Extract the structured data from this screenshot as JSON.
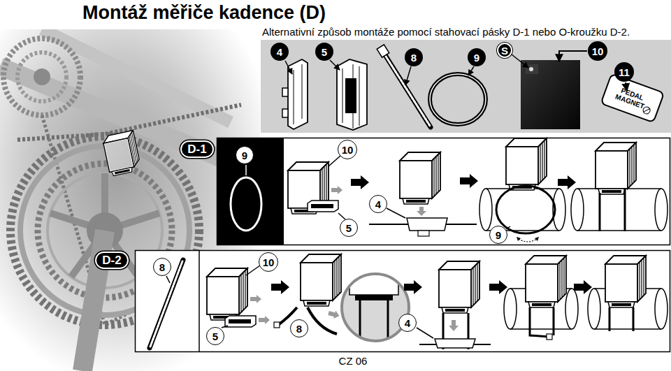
{
  "diagram": {
    "title": "Montáž měřiče kadence (D)",
    "caption": "CZ 06",
    "nodes": [
      {
        "text": [
          "D-1"
        ]
      },
      {
        "text": [
          "D-2"
        ]
      }
    ],
    "labels": [
      "Alternativní způsob montáže pomocí stahovací pásky D-1 nebo O-kroužku D-2.",
      "4",
      "5",
      "8",
      "9",
      "S",
      "10",
      "11",
      "PEDAL MAGNET",
      "9",
      "10",
      "4",
      "5",
      "9",
      "8",
      "10",
      "5",
      "8",
      "4"
    ]
  }
}
